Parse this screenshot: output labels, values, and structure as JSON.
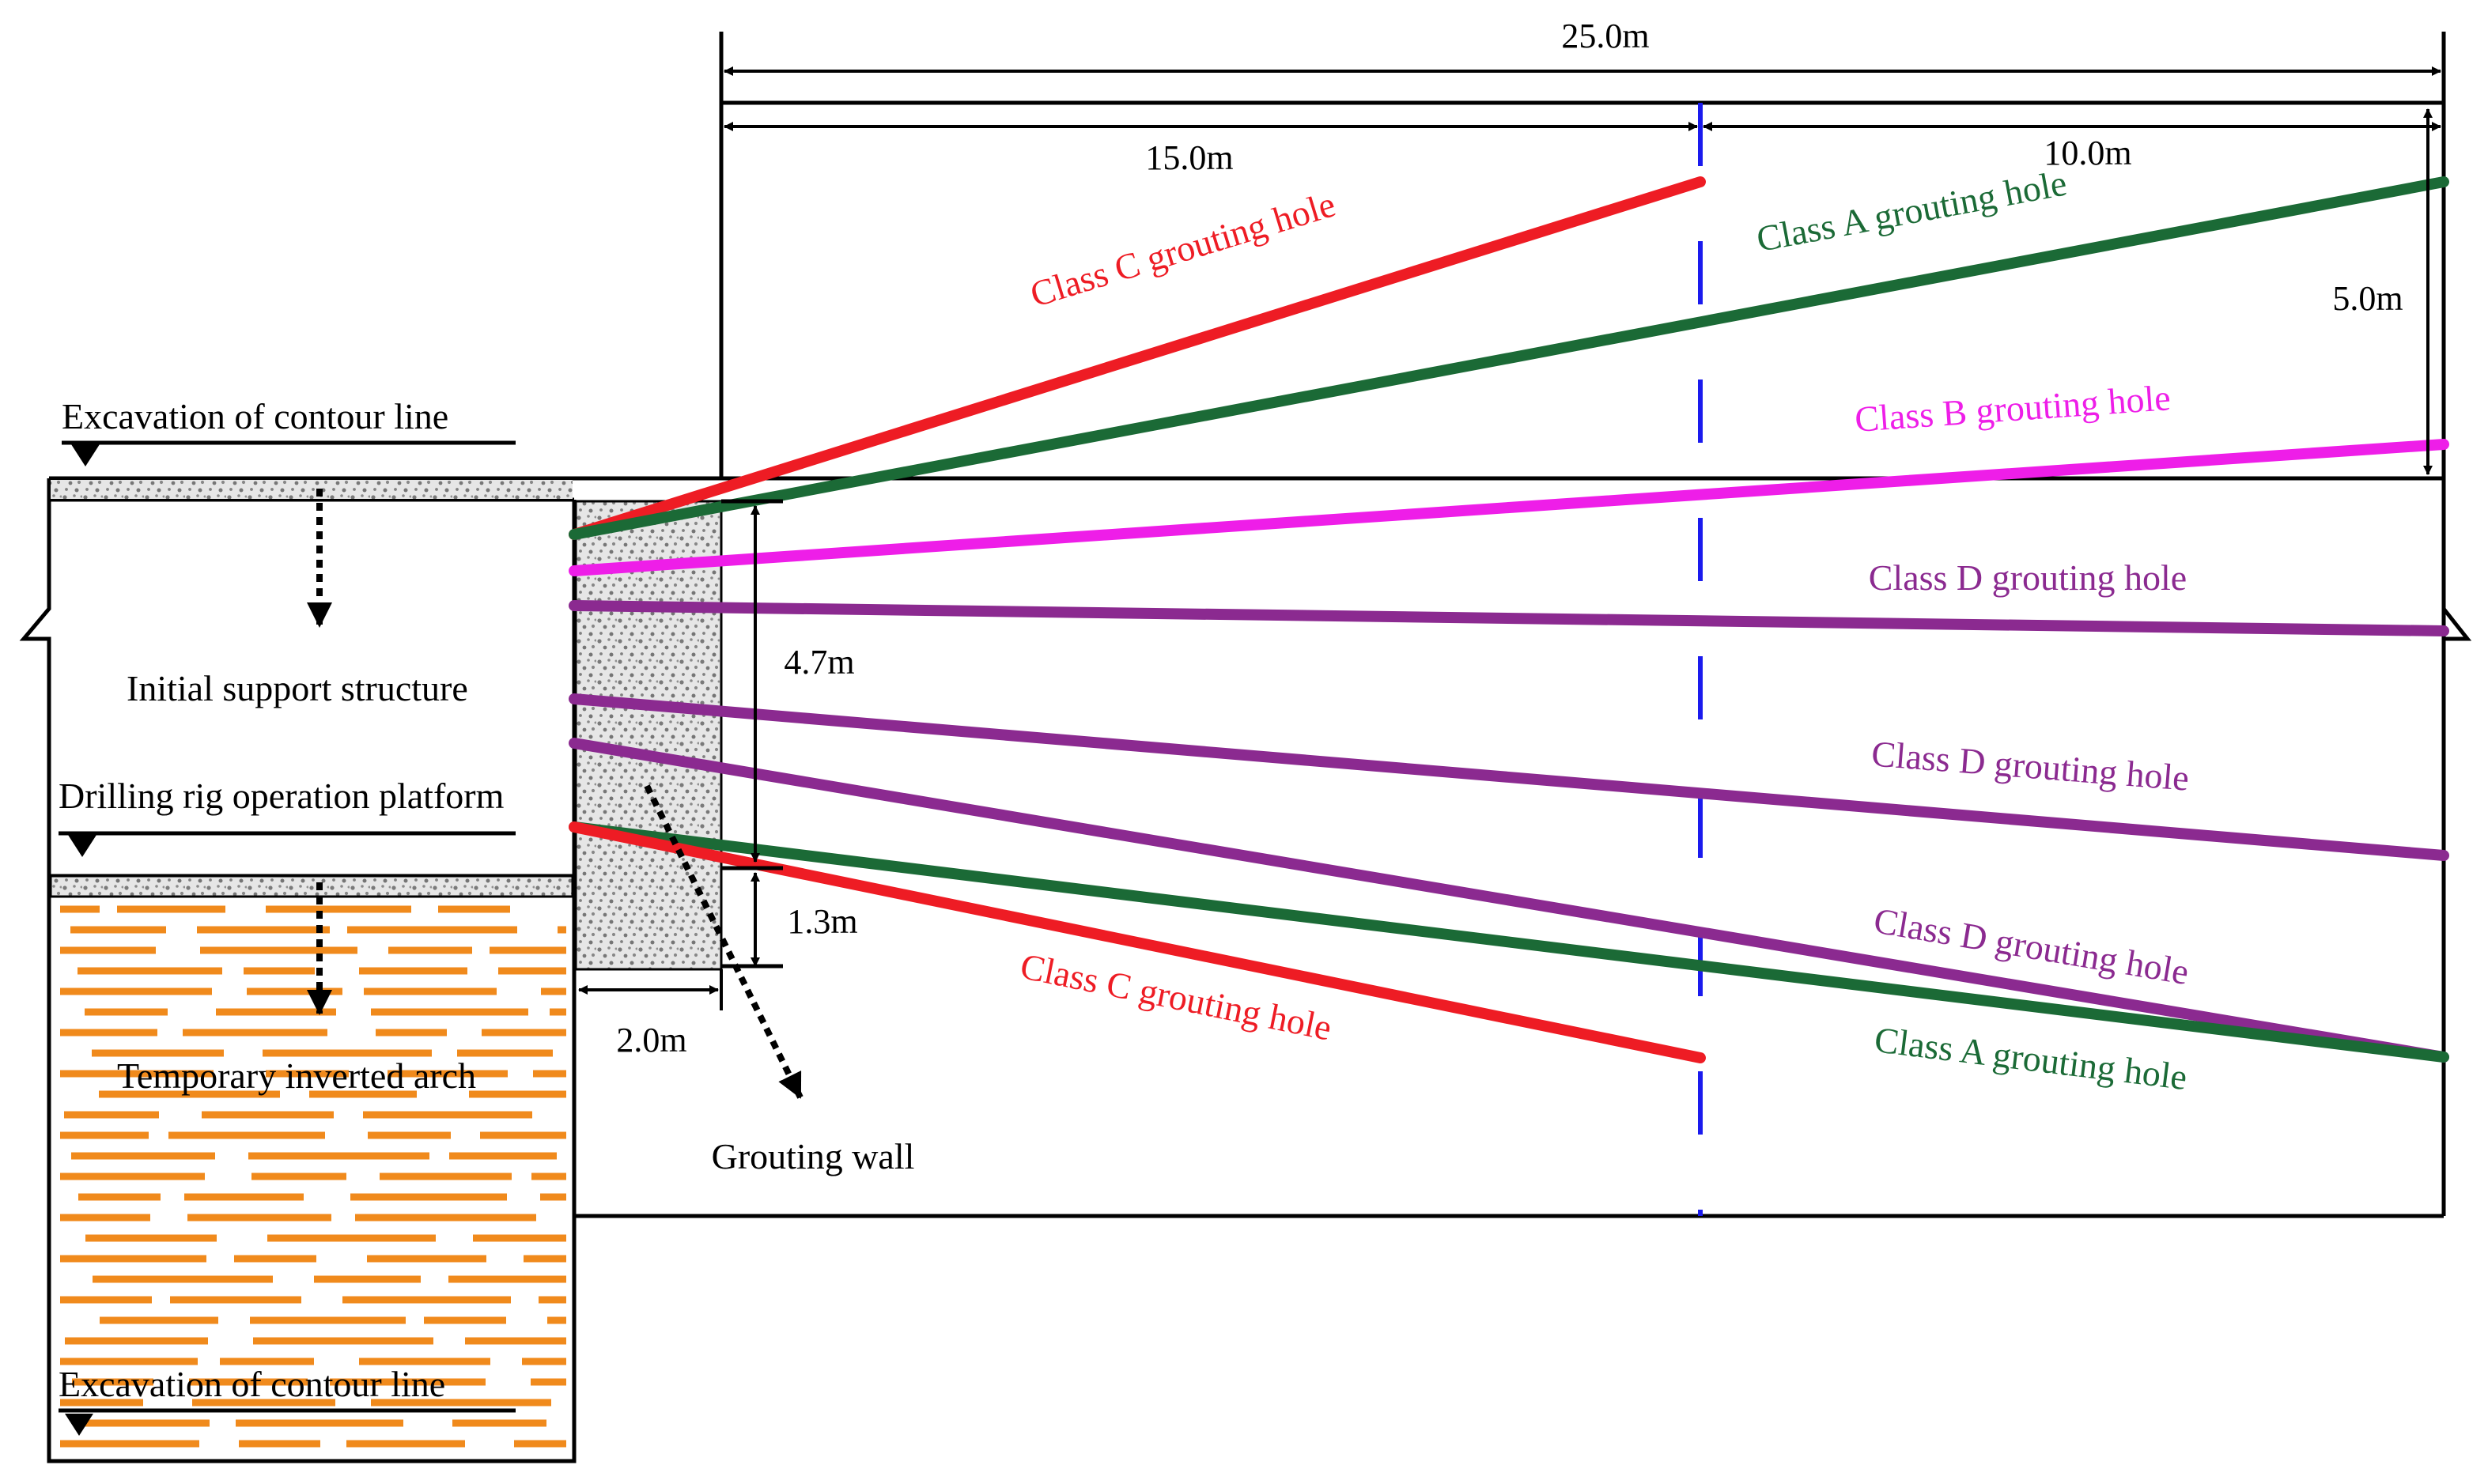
{
  "dimensions": {
    "total_length": "25.0m",
    "first_segment": "15.0m",
    "second_segment": "10.0m",
    "end_rise": "5.0m",
    "upper_height": "4.7m",
    "lower_height": "1.3m",
    "wall_thickness": "2.0m"
  },
  "labels": {
    "top_contour": "Excavation of contour line",
    "bottom_contour": "Excavation of contour line",
    "initial_support": "Initial support structure",
    "drilling_platform": "Drilling  rig operation platform",
    "inverted_arch": "Temporary inverted arch",
    "grouting_wall": "Grouting wall"
  },
  "holes": [
    {
      "label": "Class C grouting hole",
      "color": "#ee1c24"
    },
    {
      "label": "Class A grouting hole",
      "color": "#1b6a36"
    },
    {
      "label": "Class B grouting hole",
      "color": "#ee1ee8"
    },
    {
      "label": "Class D grouting hole",
      "color": "#8b2a90"
    },
    {
      "label": "Class D grouting hole",
      "color": "#8b2a90"
    },
    {
      "label": "Class D grouting hole",
      "color": "#8b2a90"
    },
    {
      "label": "Class A grouting hole",
      "color": "#1b6a36"
    },
    {
      "label": "Class C grouting hole",
      "color": "#ee1c24"
    }
  ],
  "colors": {
    "centerline": "#1a1aee",
    "rock_strata": "#f08a1c",
    "grout_fill": "#e4e4e4",
    "outline": "#000000"
  }
}
